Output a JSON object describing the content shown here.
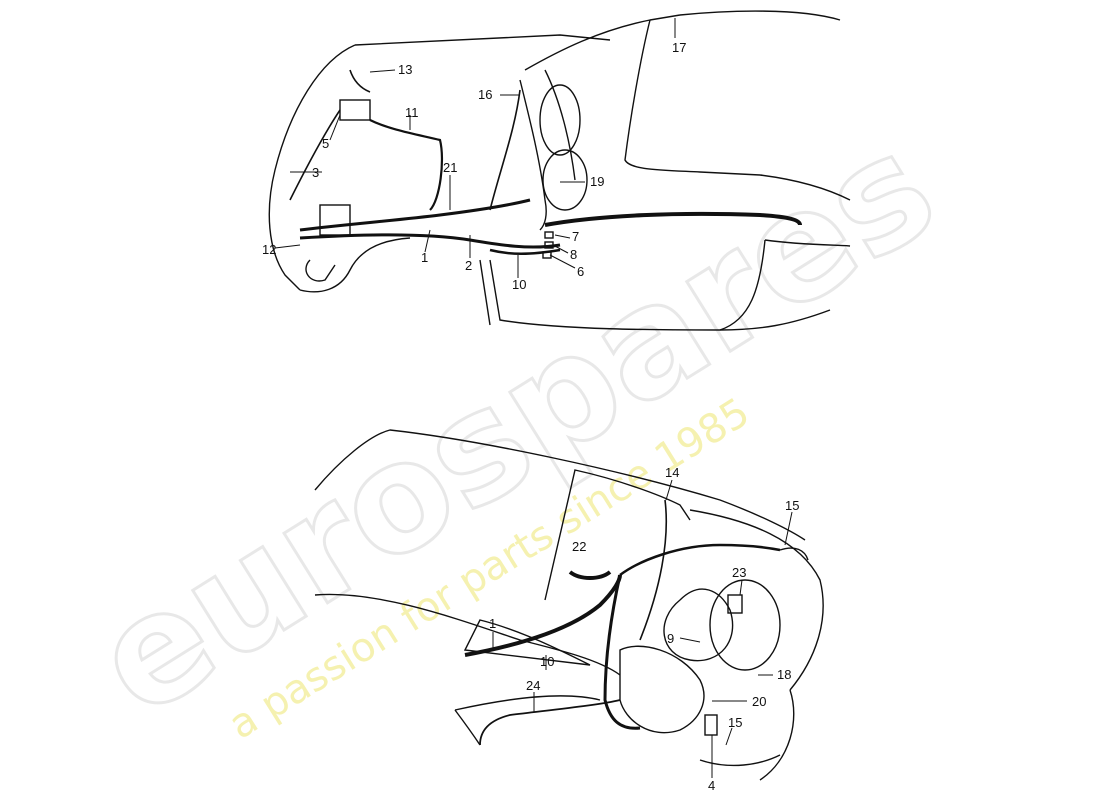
{
  "watermark": {
    "brand": "eurospares",
    "tagline": "a passion for parts since 1985"
  },
  "top_view_callouts": [
    "13",
    "16",
    "17",
    "5",
    "11",
    "3",
    "21",
    "19",
    "12",
    "1",
    "2",
    "7",
    "8",
    "6",
    "10"
  ],
  "bottom_view_callouts": [
    "14",
    "15",
    "22",
    "23",
    "9",
    "1",
    "10",
    "24",
    "18",
    "20",
    "15",
    "4"
  ],
  "labels": {
    "c13": "13",
    "c16": "16",
    "c17": "17",
    "c5": "5",
    "c11": "11",
    "c3": "3",
    "c21": "21",
    "c19": "19",
    "c12": "12",
    "c1a": "1",
    "c2": "2",
    "c7": "7",
    "c8": "8",
    "c6": "6",
    "c10a": "10",
    "c14": "14",
    "c15a": "15",
    "c22": "22",
    "c23": "23",
    "c9": "9",
    "c1b": "1",
    "c10b": "10",
    "c24": "24",
    "c18": "18",
    "c20": "20",
    "c15b": "15",
    "c4": "4"
  },
  "colors": {
    "line": "#111111",
    "watermark_grey": "#e6e6e6",
    "watermark_yellow": "#f4f0a8"
  }
}
